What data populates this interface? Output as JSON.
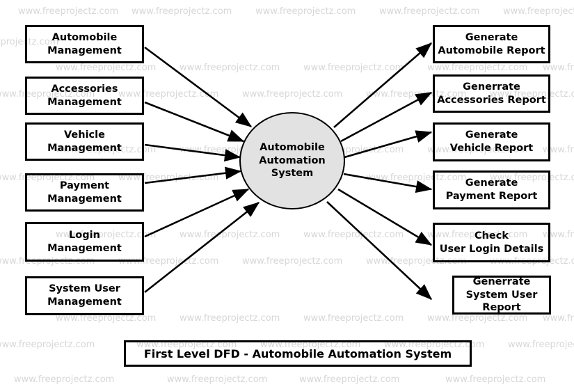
{
  "diagram": {
    "title": "First Level DFD - Automobile Automation System",
    "process": {
      "label": "Automobile\nAutomation\nSystem",
      "fill_color": "#e2e2e2",
      "stroke_color": "#000000"
    },
    "watermark": {
      "text": "www.freeprojectz.com",
      "color": "#d7d7d7"
    },
    "inputs": [
      {
        "label": "Automobile\nManagement"
      },
      {
        "label": "Accessories\nManagement"
      },
      {
        "label": "Vehicle\nManagement"
      },
      {
        "label": "Payment\nManagement"
      },
      {
        "label": "Login\nManagement"
      },
      {
        "label": "System User\nManagement"
      }
    ],
    "outputs": [
      {
        "label": "Generate\nAutomobile Report"
      },
      {
        "label": "Generrate\nAccessories Report"
      },
      {
        "label": "Generate\nVehicle Report"
      },
      {
        "label": "Generate\nPayment Report"
      },
      {
        "label": "Check\nUser Login Details"
      },
      {
        "label": "Generrate\nSystem User Report"
      }
    ]
  }
}
